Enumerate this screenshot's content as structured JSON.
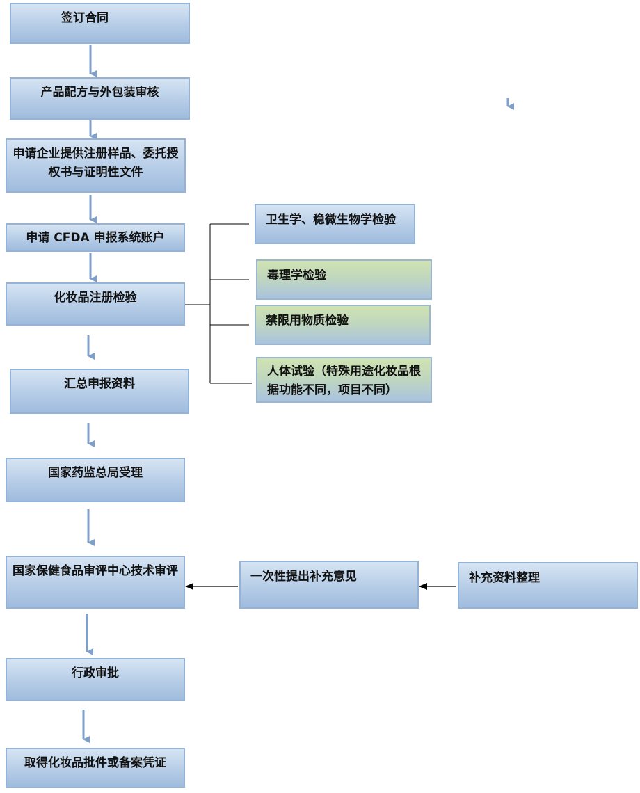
{
  "flow": {
    "steps": [
      {
        "label": "签订合同"
      },
      {
        "label": "产品配方与外包装审核"
      },
      {
        "label": "申请企业提供注册样品、委托授权书与证明性文件"
      },
      {
        "label": "申请 CFDA 申报系统账户"
      },
      {
        "label": "化妆品注册检验"
      },
      {
        "label": "汇总申报资料"
      },
      {
        "label": "国家药监总局受理"
      },
      {
        "label": "国家保健食品审评中心技术审评"
      },
      {
        "label": "行政审批"
      },
      {
        "label": "取得化妆品批件或备案凭证"
      }
    ],
    "inspections": [
      {
        "label": "卫生学、稳微生物学检验"
      },
      {
        "label": "毒理学检验"
      },
      {
        "label": "禁限用物质检验"
      },
      {
        "label": "人体试验（特殊用途化妆品根据功能不同，项目不同）"
      }
    ],
    "feedback": {
      "opinion": "一次性提出补充意见",
      "supplement": "补充资料整理"
    },
    "colors": {
      "box_border": "#95b3d7",
      "box_fill_top": "#d6e4f3",
      "box_fill_bottom": "#9fbbdd",
      "green_fill_top": "#cfe3b2",
      "arrow_blue": "#7f9fcb",
      "arrow_black": "#000000",
      "connector": "#000000"
    }
  }
}
